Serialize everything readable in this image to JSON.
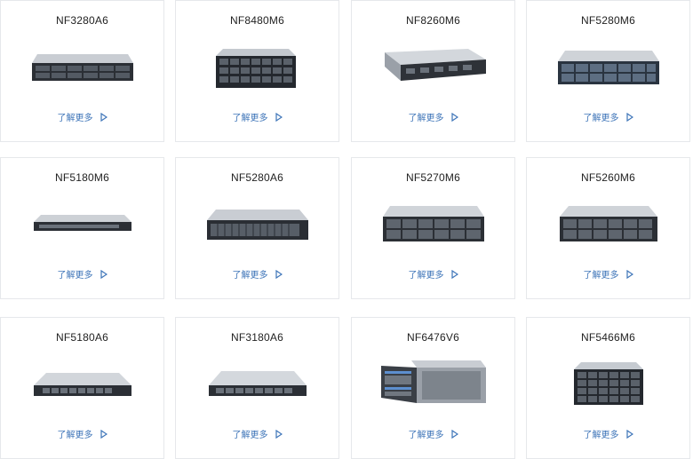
{
  "products": [
    {
      "name": "NF3280A6",
      "link_label": "了解更多",
      "icon": "rack-server-2u-icon"
    },
    {
      "name": "NF8480M6",
      "link_label": "了解更多",
      "icon": "rack-server-4u-icon"
    },
    {
      "name": "NF8260M6",
      "link_label": "了解更多",
      "icon": "rack-server-2u-icon"
    },
    {
      "name": "NF5280M6",
      "link_label": "了解更多",
      "icon": "rack-server-2u-icon"
    },
    {
      "name": "NF5180M6",
      "link_label": "了解更多",
      "icon": "rack-server-1u-icon"
    },
    {
      "name": "NF5280A6",
      "link_label": "了解更多",
      "icon": "rack-server-2u-icon"
    },
    {
      "name": "NF5270M6",
      "link_label": "了解更多",
      "icon": "rack-server-2u-icon"
    },
    {
      "name": "NF5260M6",
      "link_label": "了解更多",
      "icon": "rack-server-2u-icon"
    },
    {
      "name": "NF5180A6",
      "link_label": "了解更多",
      "icon": "rack-server-1u-icon"
    },
    {
      "name": "NF3180A6",
      "link_label": "了解更多",
      "icon": "rack-server-1u-icon"
    },
    {
      "name": "NF6476V6",
      "link_label": "了解更多",
      "icon": "gpu-server-icon"
    },
    {
      "name": "NF5466M6",
      "link_label": "了解更多",
      "icon": "rack-server-4u-icon"
    }
  ],
  "colors": {
    "accent": "#3d74b8",
    "border": "#e6e8eb",
    "title": "#222222"
  }
}
